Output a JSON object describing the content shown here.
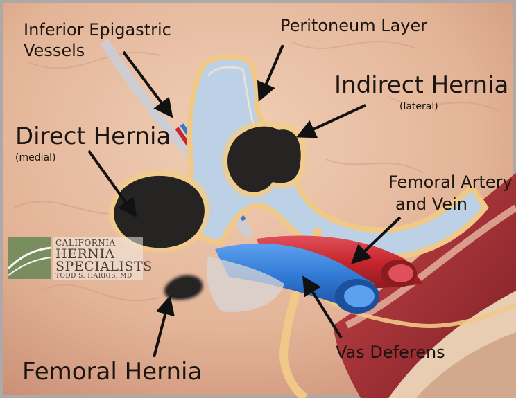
{
  "labels": {
    "inferior_epigastric_line1": "Inferior Epigastric",
    "inferior_epigastric_line2": "Vessels",
    "peritoneum": "Peritoneum Layer",
    "indirect_hernia": "Indirect Hernia",
    "indirect_sub": "(lateral)",
    "direct_hernia": "Direct Hernia",
    "direct_sub": "(medial)",
    "femoral_artery_line1": "Femoral Artery",
    "femoral_artery_line2": "and Vein",
    "vas_deferens": "Vas Deferens",
    "femoral_hernia": "Femoral Hernia"
  },
  "logo": {
    "line1": "CALIFORNIA",
    "line2": "HERNIA",
    "line3": "SPECIALISTS",
    "line4": "TODD S. HARRIS, MD"
  },
  "colors": {
    "tissue": "#e2b89c",
    "muscle": "#b1383a",
    "artery": "#c8262d",
    "vein": "#2f78d4",
    "peritoneum": "#f0c989",
    "hernia": "#252423",
    "logo_green": "#6e8a5a"
  }
}
